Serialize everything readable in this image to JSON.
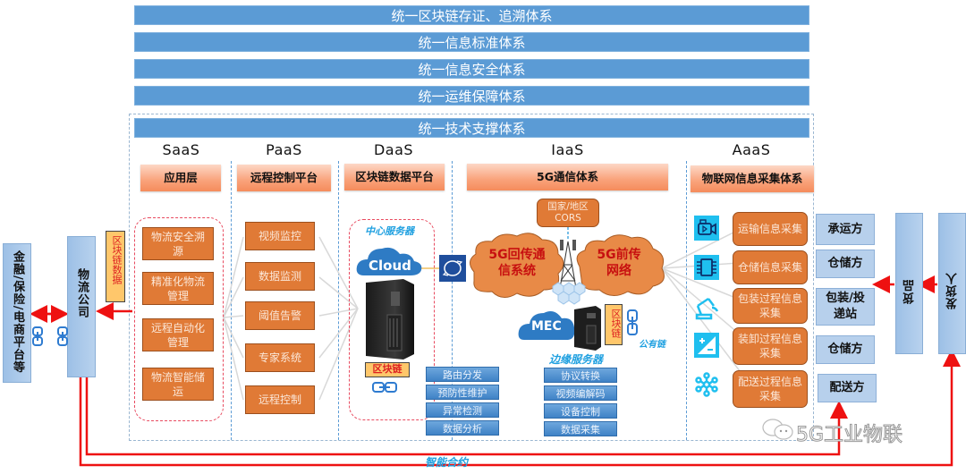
{
  "banners": [
    "统一区块链存证、追溯体系",
    "统一信息标准体系",
    "统一信息安全体系",
    "统一运维保障体系",
    "统一技术支撑体系"
  ],
  "layers": [
    {
      "title": "SaaS",
      "head": "应用层"
    },
    {
      "title": "PaaS",
      "head": "远程控制平台"
    },
    {
      "title": "DaaS",
      "head": "区块链数据平台"
    },
    {
      "title": "IaaS",
      "head": "5G通信体系"
    },
    {
      "title": "AaaS",
      "head": "物联网信息采集体系"
    }
  ],
  "left": {
    "finance": "金融/保险/电商平台等",
    "logistics": "物流公司",
    "blockchain_data": "区块链数据"
  },
  "saas_items": [
    "物流安全溯源",
    "精准化物流管理",
    "远程自动化管理",
    "物流智能储运"
  ],
  "paas_items": [
    "视频监控",
    "数据监测",
    "阈值告警",
    "专家系统",
    "远程控制"
  ],
  "daas": {
    "center_server": "中心服务器",
    "cloud": "Cloud",
    "blockchain": "区块链",
    "cells": [
      "路由分发",
      "预防性维护",
      "异常检测",
      "数据分析"
    ]
  },
  "iaas": {
    "cors_line1": "国家/地区",
    "cors_line2": "CORS",
    "backhaul_line1": "5G回传通",
    "backhaul_line2": "信系统",
    "fronthaul_line1": "5G前传",
    "fronthaul_line2": "网络",
    "mec": "MEC",
    "blockchain": "区块链",
    "public_chain": "公有链",
    "edge_server": "边缘服务器",
    "cells": [
      "协议转换",
      "视频编解码",
      "设备控制",
      "数据采集"
    ]
  },
  "aaas_items": [
    {
      "icon": "video-camera-icon",
      "label": "运输信息采集"
    },
    {
      "icon": "chip-icon",
      "label": "仓储信息采集"
    },
    {
      "icon": "robot-arm-icon",
      "label": "包装过程信息采集"
    },
    {
      "icon": "plus-minus-icon",
      "label": "装卸过程信息采集"
    },
    {
      "icon": "network-node-icon",
      "label": "配送过程信息采集"
    }
  ],
  "parties": [
    "承运方",
    "仓储方",
    "包装/投递站",
    "仓储方",
    "配送方"
  ],
  "goods": "货品",
  "shipper": "发货人",
  "smart_contract": "智能合约",
  "watermark": "5G工业物联",
  "colors": {
    "banner": "#5b9bd5",
    "orange": "#e07a36",
    "arrow_red": "#ee1111",
    "accent_blue": "#1fa0e0"
  }
}
